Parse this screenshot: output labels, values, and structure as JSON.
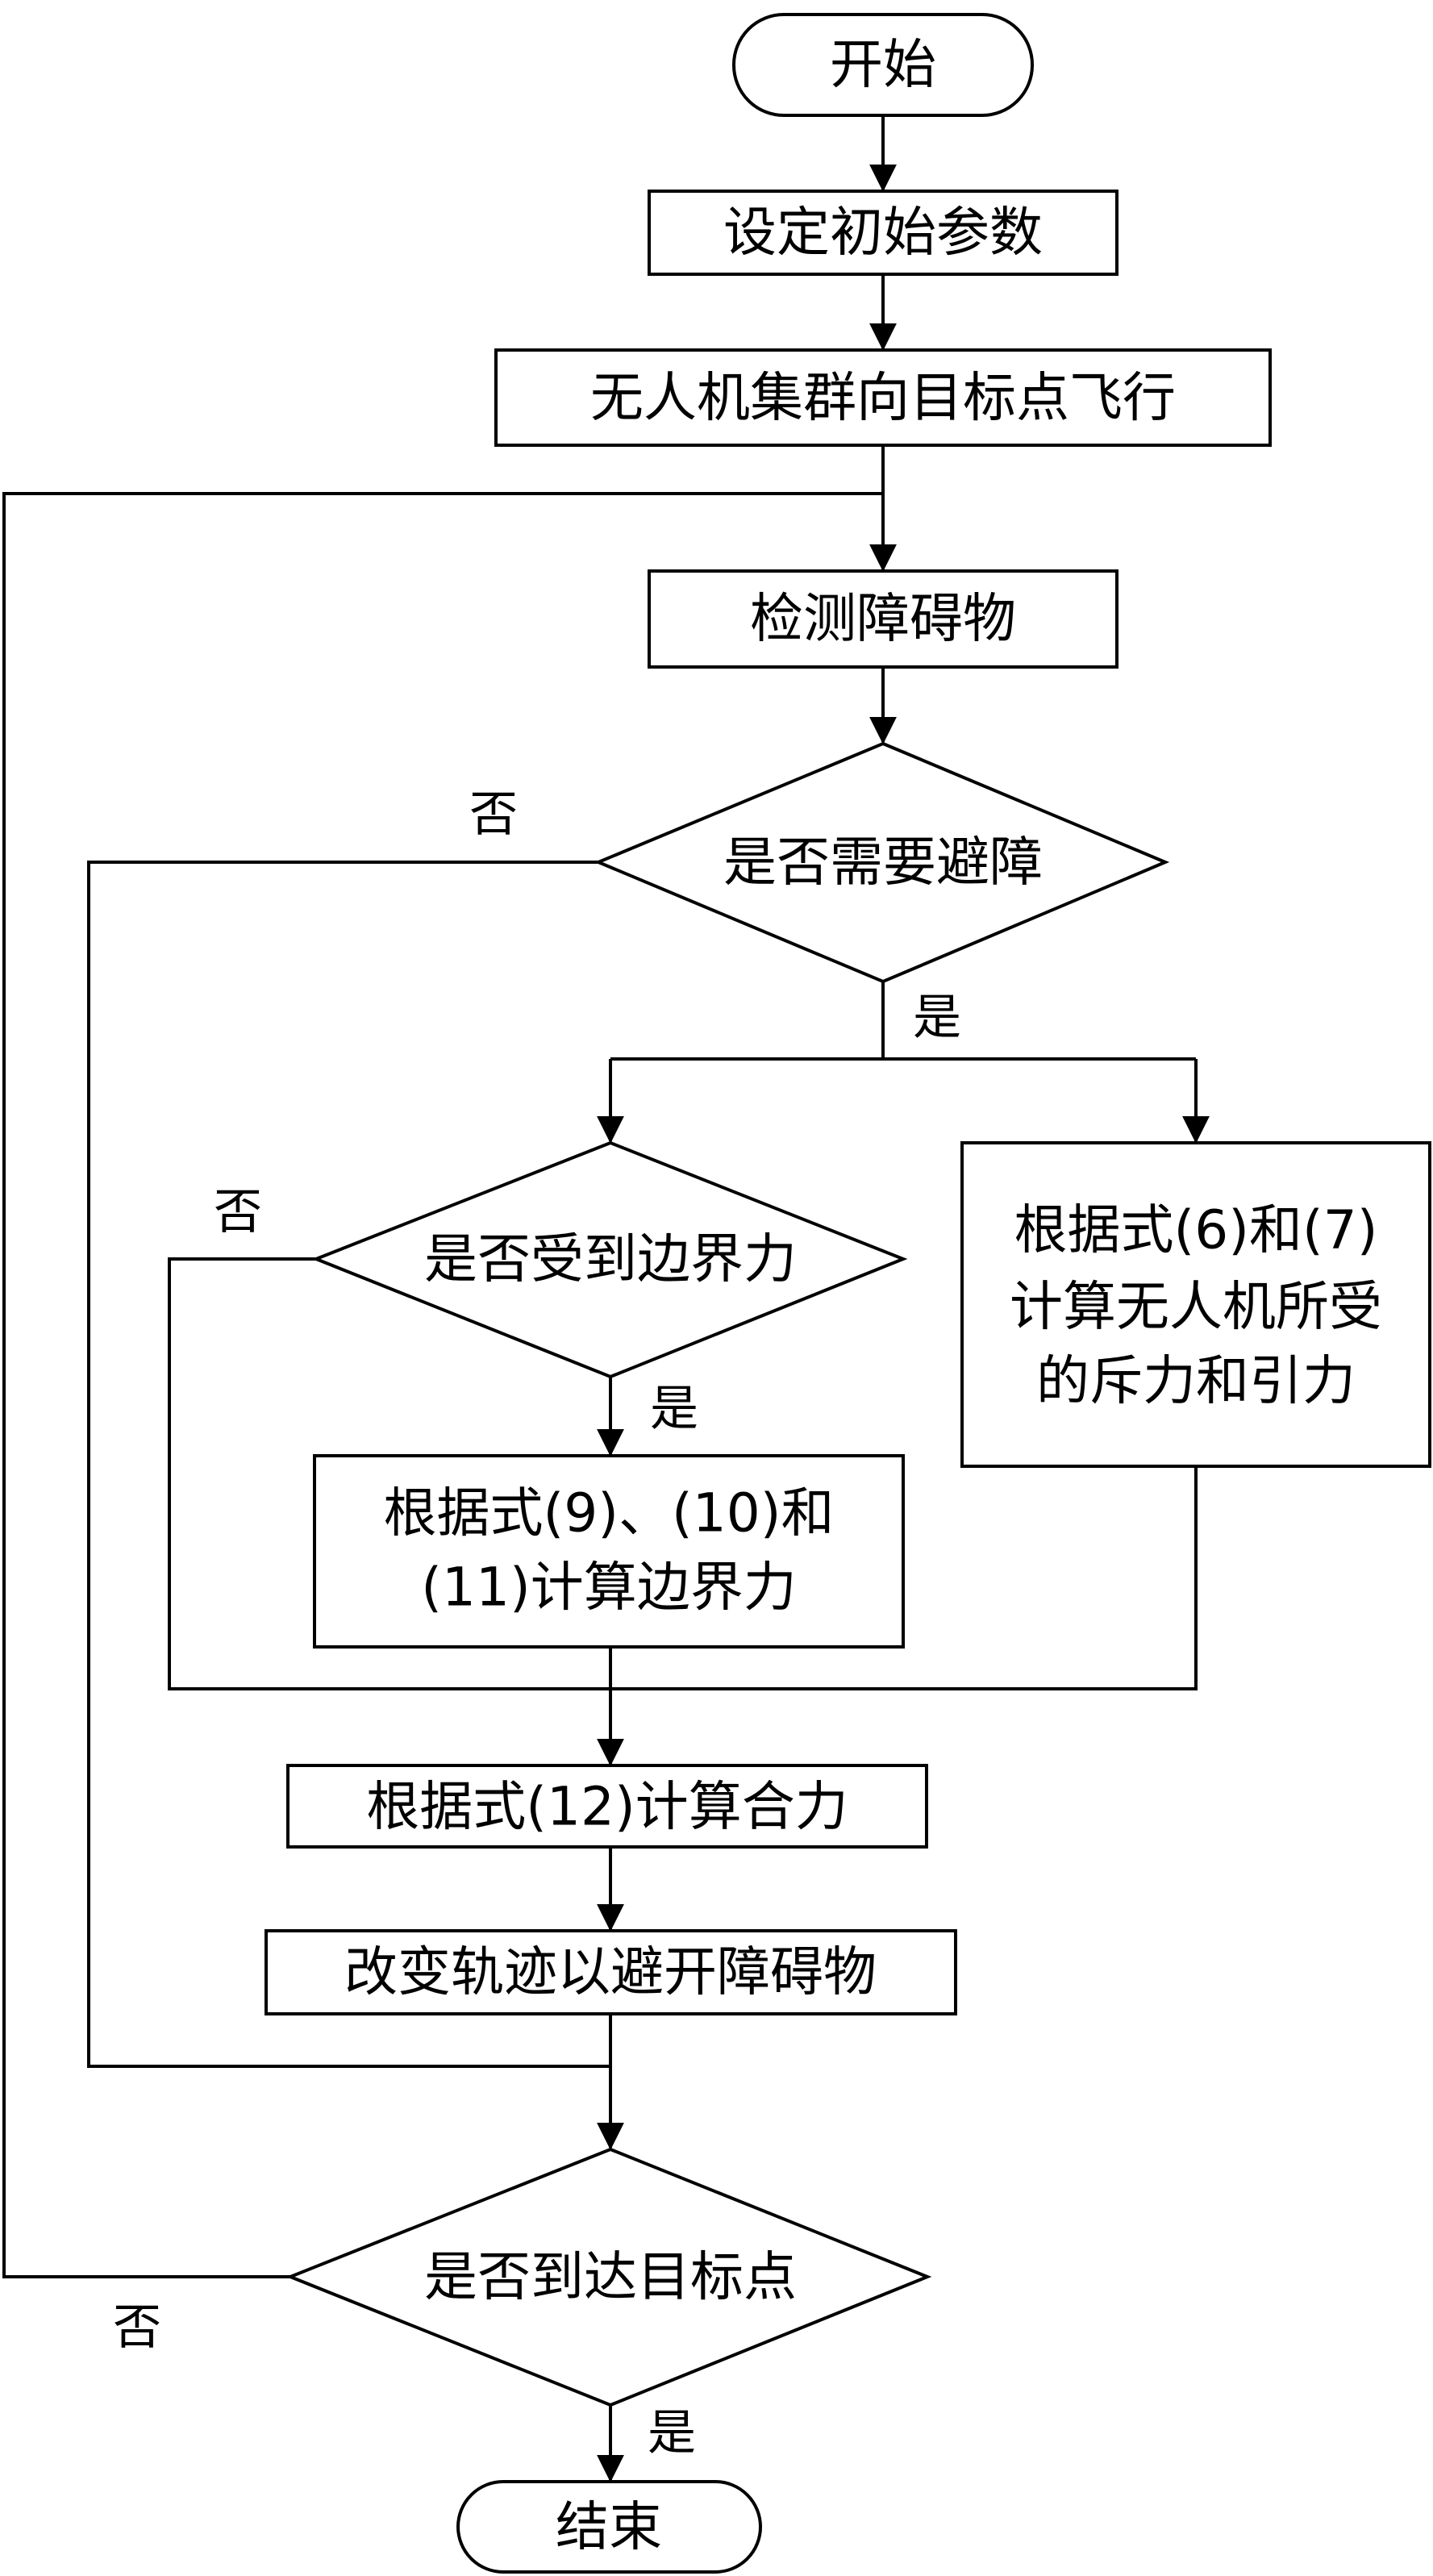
{
  "nodes": {
    "start": "开始",
    "set_params": "设定初始参数",
    "fly_to_target": "无人机集群向目标点飞行",
    "detect_obstacle": "检测障碍物",
    "need_avoid": "是否需要避障",
    "boundary_force_q": "是否受到边界力",
    "calc_boundary_line1": "根据式(9)、(10)和",
    "calc_boundary_line2": "(11)计算边界力",
    "calc_repulsion_line1": "根据式(6)和(7)",
    "calc_repulsion_line2": "计算无人机所受",
    "calc_repulsion_line3": "的斥力和引力",
    "calc_resultant": "根据式(12)计算合力",
    "change_trajectory": "改变轨迹以避开障碍物",
    "reach_target_q": "是否到达目标点",
    "end": "结束"
  },
  "labels": {
    "yes": "是",
    "no": "否"
  }
}
